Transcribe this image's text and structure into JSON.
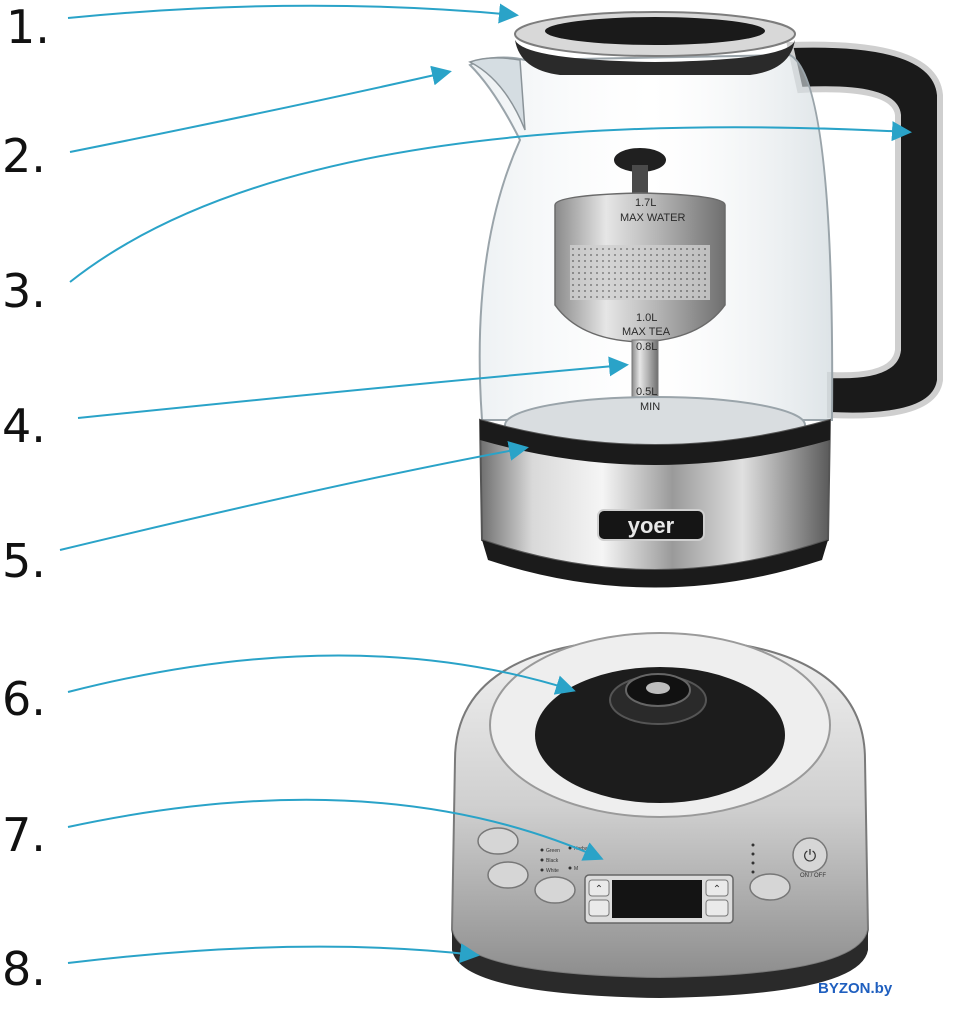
{
  "callouts": [
    {
      "label": "1."
    },
    {
      "label": "2."
    },
    {
      "label": "3."
    },
    {
      "label": "4."
    },
    {
      "label": "5."
    },
    {
      "label": "6."
    },
    {
      "label": "7."
    },
    {
      "label": "8."
    }
  ],
  "kettle": {
    "brand_plate": "yoer",
    "scale_marks": [
      "1.7L",
      "MAX WATER",
      "1.0L",
      "MAX TEA",
      "0.8L",
      "0.5L",
      "MIN"
    ]
  },
  "base": {
    "program_labels": [
      "Green",
      "Herbal",
      "Black",
      "White",
      "M"
    ],
    "power_label": "ON / OFF"
  },
  "watermark": "BYZON.by",
  "colors": {
    "arrow": "#2aa3c8",
    "steel_light": "#e8e8e8",
    "steel_dark": "#7a7a7a",
    "plastic": "#141414",
    "link": "#1f5fbf"
  }
}
